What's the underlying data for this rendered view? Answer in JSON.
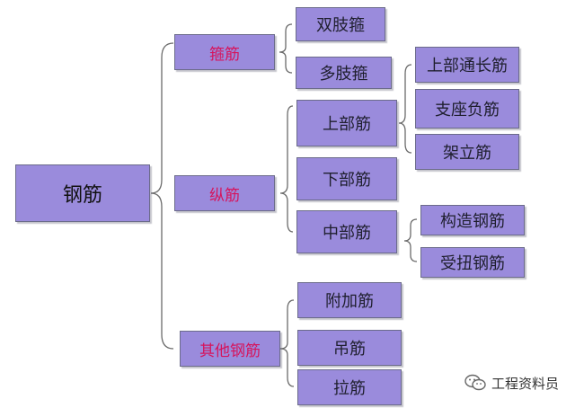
{
  "root": "钢筋",
  "categories": {
    "stirrup": "箍筋",
    "longitudinal": "纵筋",
    "other": "其他钢筋"
  },
  "stirrup_items": [
    "双肢箍",
    "多肢箍"
  ],
  "longitudinal_items": [
    "上部筋",
    "下部筋",
    "中部筋"
  ],
  "top_bar_items": [
    "上部通长筋",
    "支座负筋",
    "架立筋"
  ],
  "middle_bar_items": [
    "构造钢筋",
    "受扭钢筋"
  ],
  "other_items": [
    "附加筋",
    "吊筋",
    "拉筋"
  ],
  "watermark": "工程资料员",
  "colors": {
    "box_fill": "#9a8bdc",
    "category_text": "#d6145c",
    "connector": "#6b6b6b"
  }
}
